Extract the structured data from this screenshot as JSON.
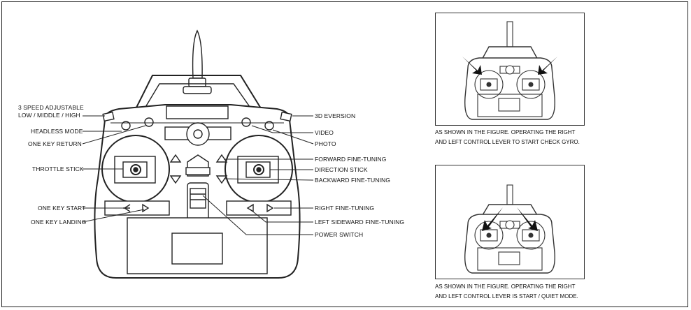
{
  "labels_left": {
    "speed_line1": "3 SPEED ADJUSTABLE",
    "speed_line2": "LOW / MIDDLE / HIGH",
    "headless_mode": "HEADLESS MODE",
    "one_key_return": "ONE KEY RETURN",
    "throttle_stick": "THROTTLE STICK",
    "one_key_start": "ONE KEY START",
    "one_key_landing": "ONE KEY LANDING"
  },
  "labels_right": {
    "eversion": "3D EVERSION",
    "video": "VIDEO",
    "photo": "PHOTO",
    "forward_fine_tuning": "FORWARD FINE-TUNING",
    "direction_stick": "DIRECTION STICK",
    "backward_fine_tuning": "BACKWARD FINE-TUNING",
    "right_fine_tuning": "RIGHT FINE-TUNING",
    "left_sideward_fine_tuning": "LEFT SIDEWARD FINE-TUNING",
    "power_switch": "POWER SWITCH"
  },
  "captions": {
    "gyro_line1": "AS SHOWN IN THE FIGURE. OPERATING THE RIGHT",
    "gyro_line2": "AND LEFT CONTROL LEVER TO START CHECK GYRO.",
    "start_line1": "AS SHOWN IN THE FIGURE. OPERATING THE RIGHT",
    "start_line2": "AND LEFT CONTROL LEVER IS START / QUIET MODE."
  }
}
